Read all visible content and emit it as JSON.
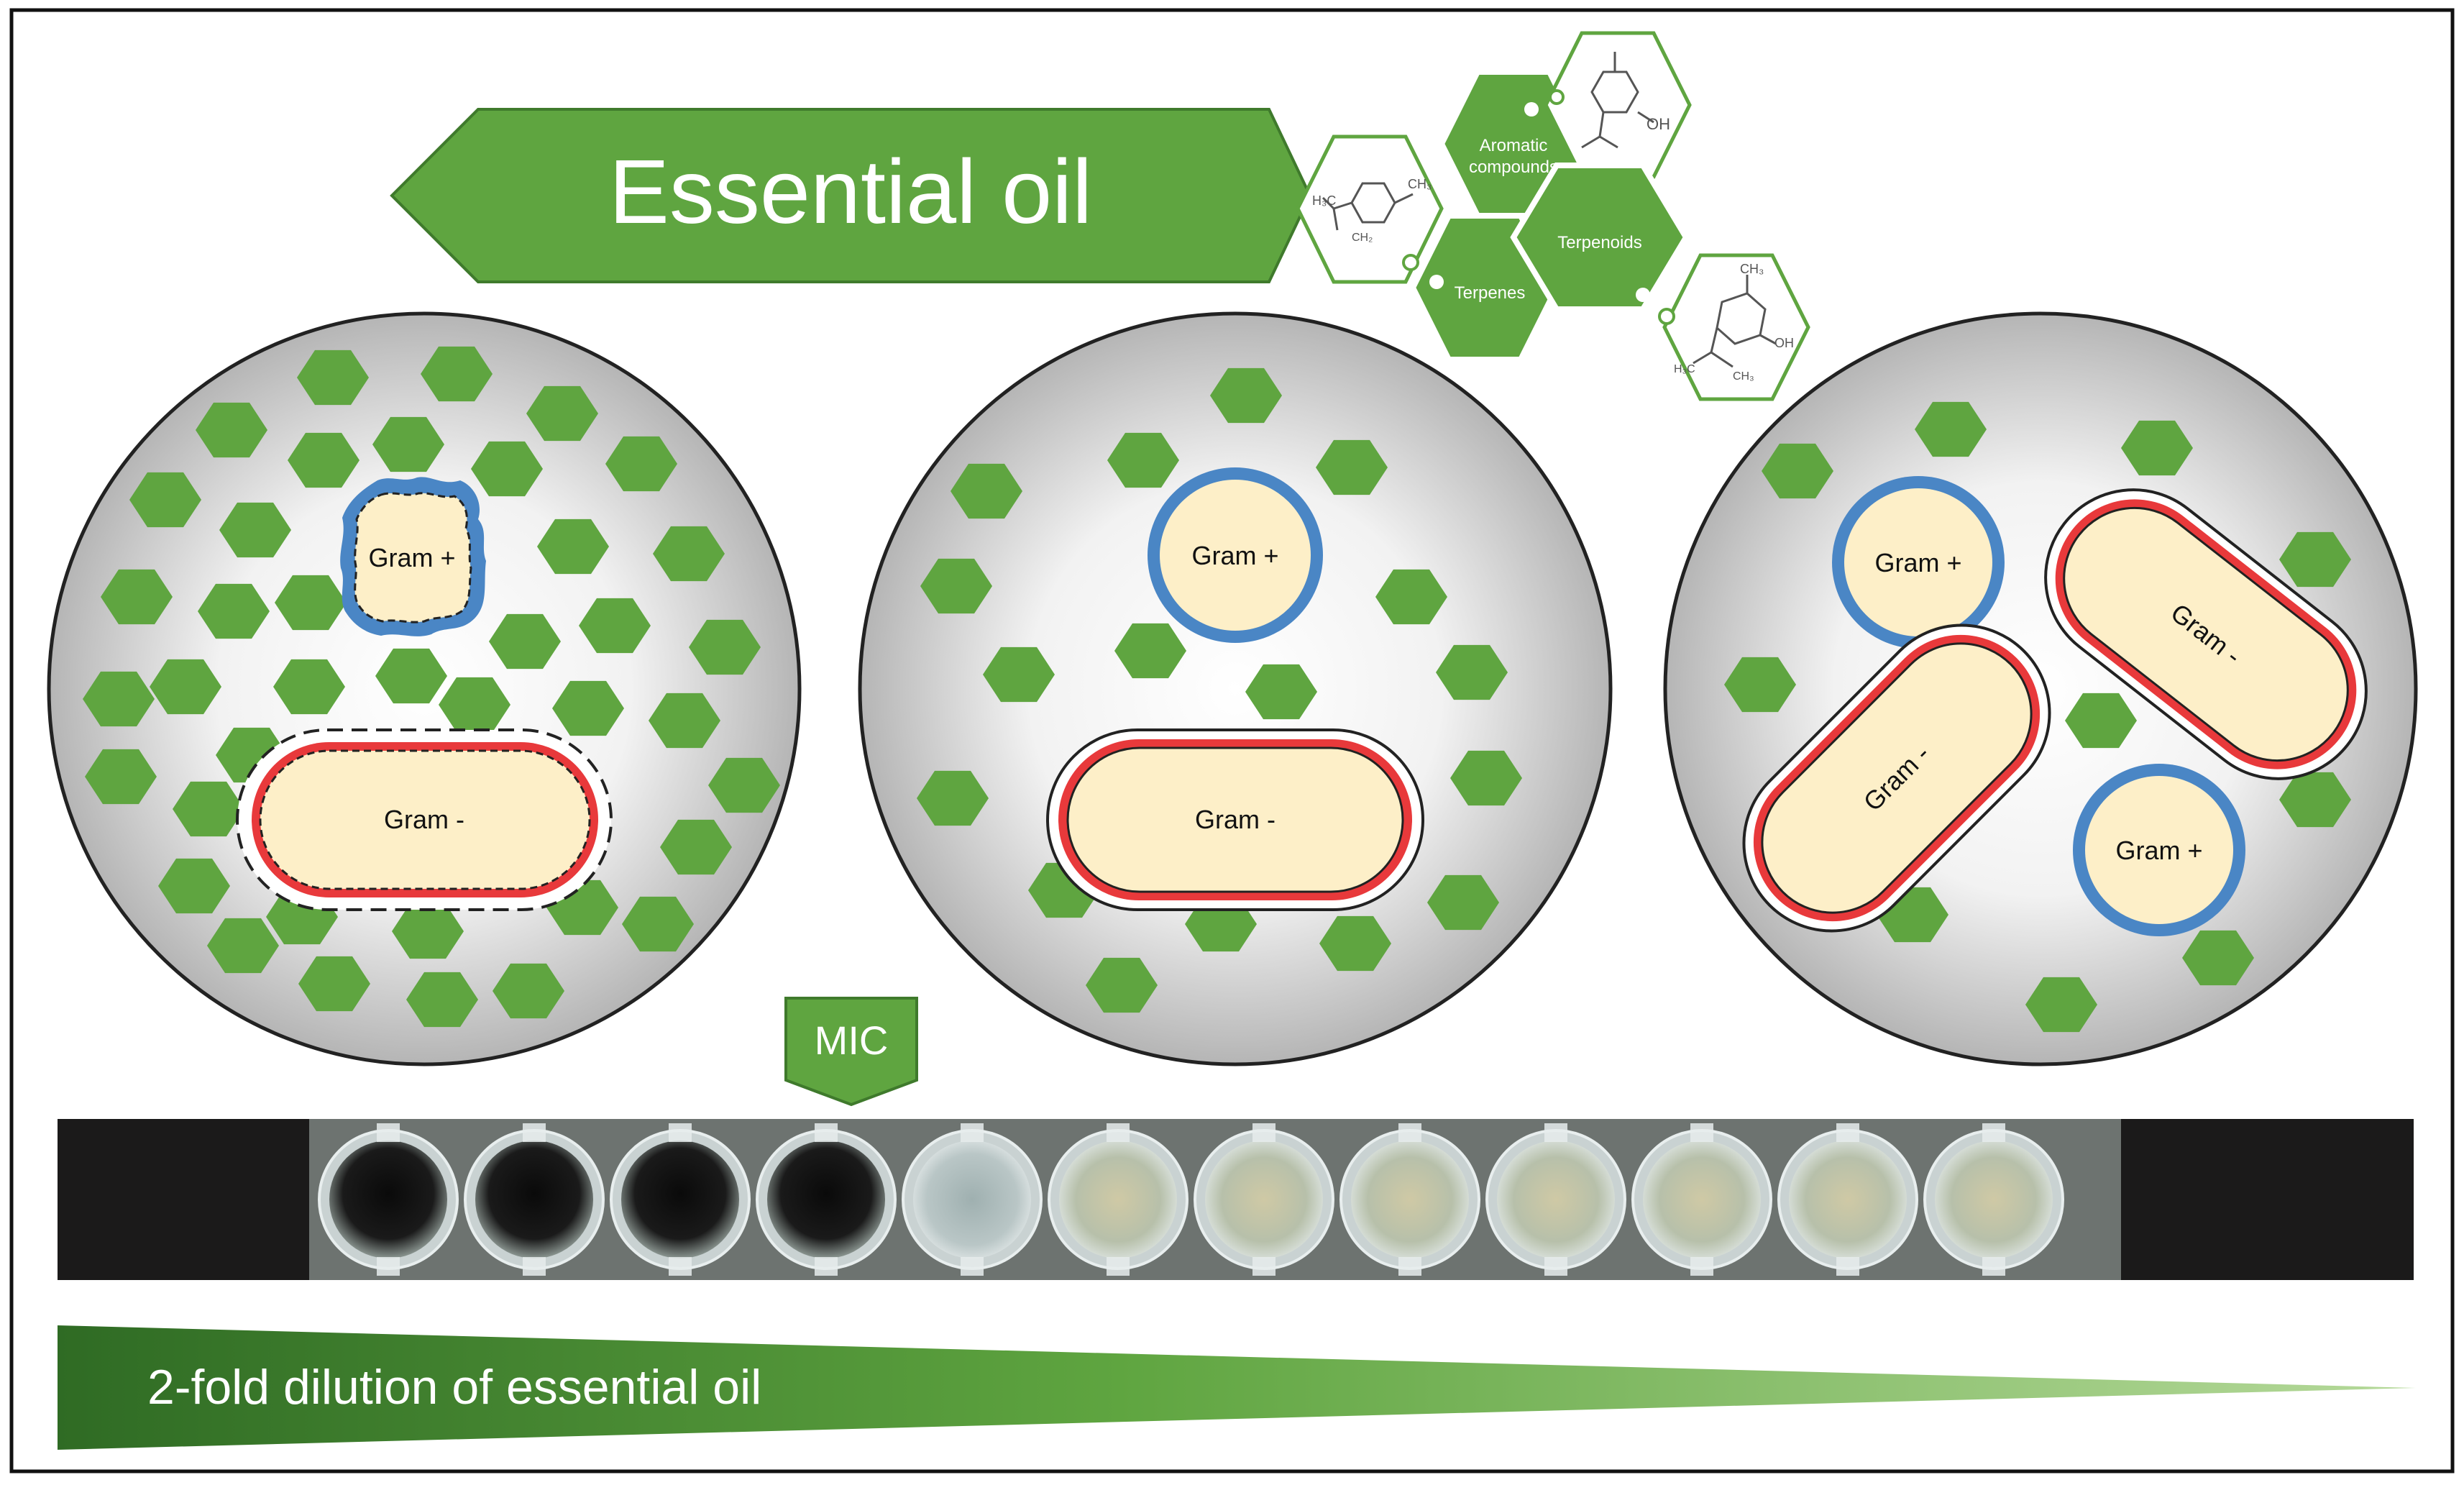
{
  "title": "Essential oil",
  "compounds": {
    "aromatic_line1": "Aromatic",
    "aromatic_line2": "compounds",
    "terpenoids": "Terpenoids",
    "terpenes": "Terpenes"
  },
  "cells": {
    "gram_pos": "Gram +",
    "gram_neg": "Gram -"
  },
  "mic_label": "MIC",
  "dilution_label": "2-fold dilution of essential oil",
  "plate": {
    "well_count": 12,
    "dark_wells": 4
  },
  "colors": {
    "green": "#5fa540",
    "green_dark": "#3f7a2c",
    "cell_fill": "#fdefc8",
    "gram_pos_wall": "#4a86c5",
    "gram_neg_wall": "#e8393b"
  }
}
